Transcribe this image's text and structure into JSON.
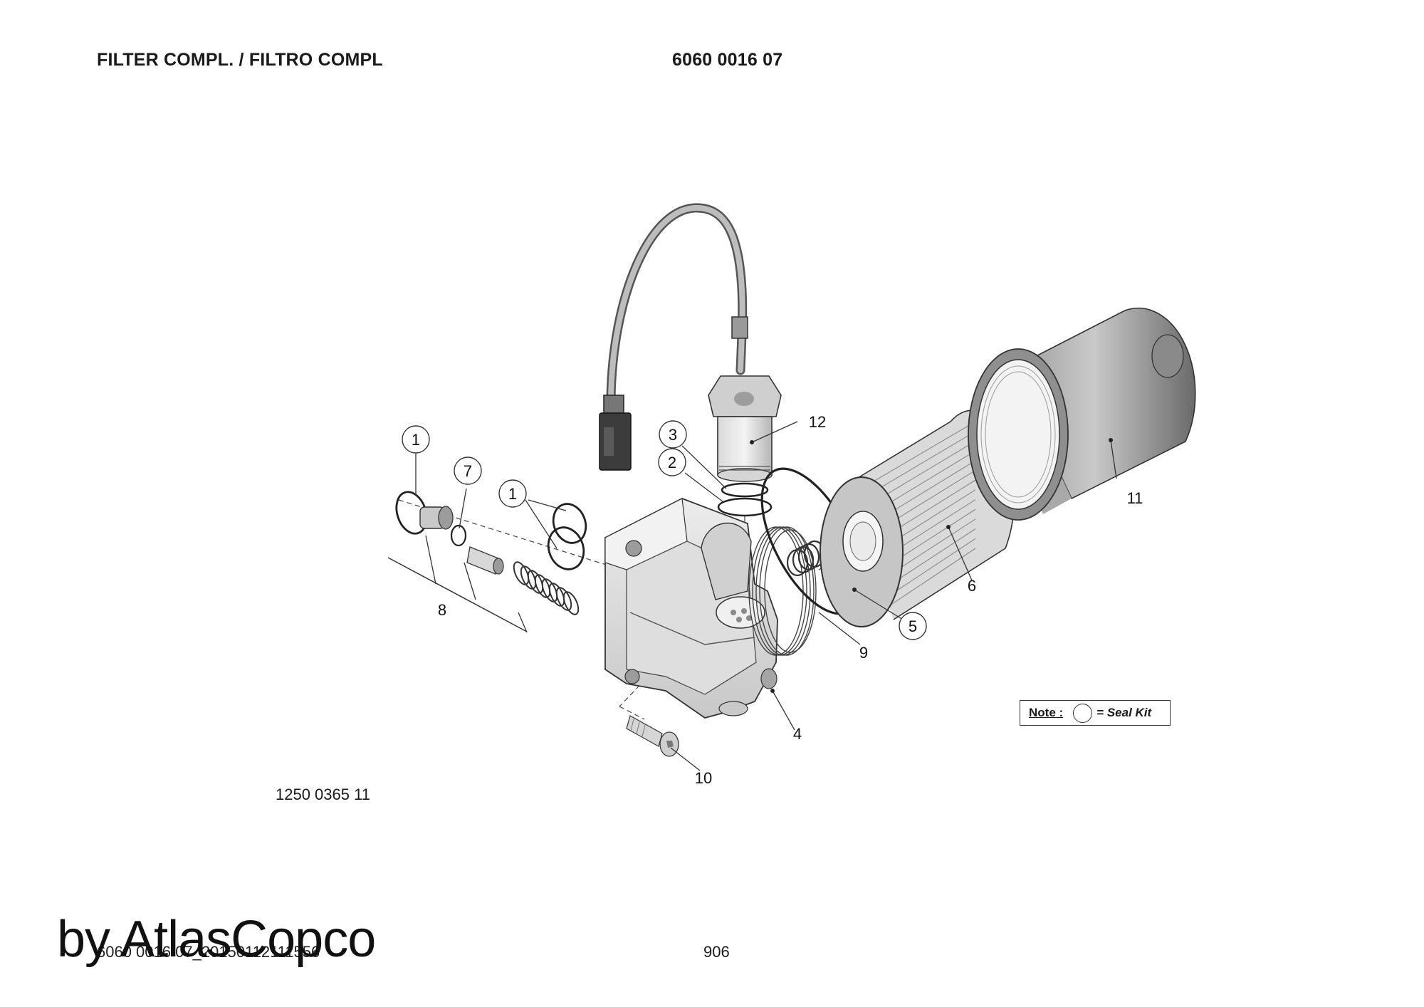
{
  "header": {
    "title": "FILTER COMPL. / FILTRO COMPL",
    "doc_number": "6060 0016 07"
  },
  "drawing": {
    "reference": "1250 0365 11",
    "callouts": [
      "1",
      "7",
      "1",
      "3",
      "2",
      "12",
      "11",
      "6",
      "5",
      "9",
      "8",
      "4",
      "10"
    ],
    "note": {
      "label": "Note :",
      "text": "= Seal Kit"
    }
  },
  "footer": {
    "file_ref": "6060 0016 07_20150112111556",
    "page": "906",
    "brand": "by AtlasCopco"
  },
  "colors": {
    "line": "#2a2a2a",
    "part_light": "#e6e6e6",
    "part_mid": "#bdbdbd",
    "part_dark": "#6f6f6f"
  }
}
